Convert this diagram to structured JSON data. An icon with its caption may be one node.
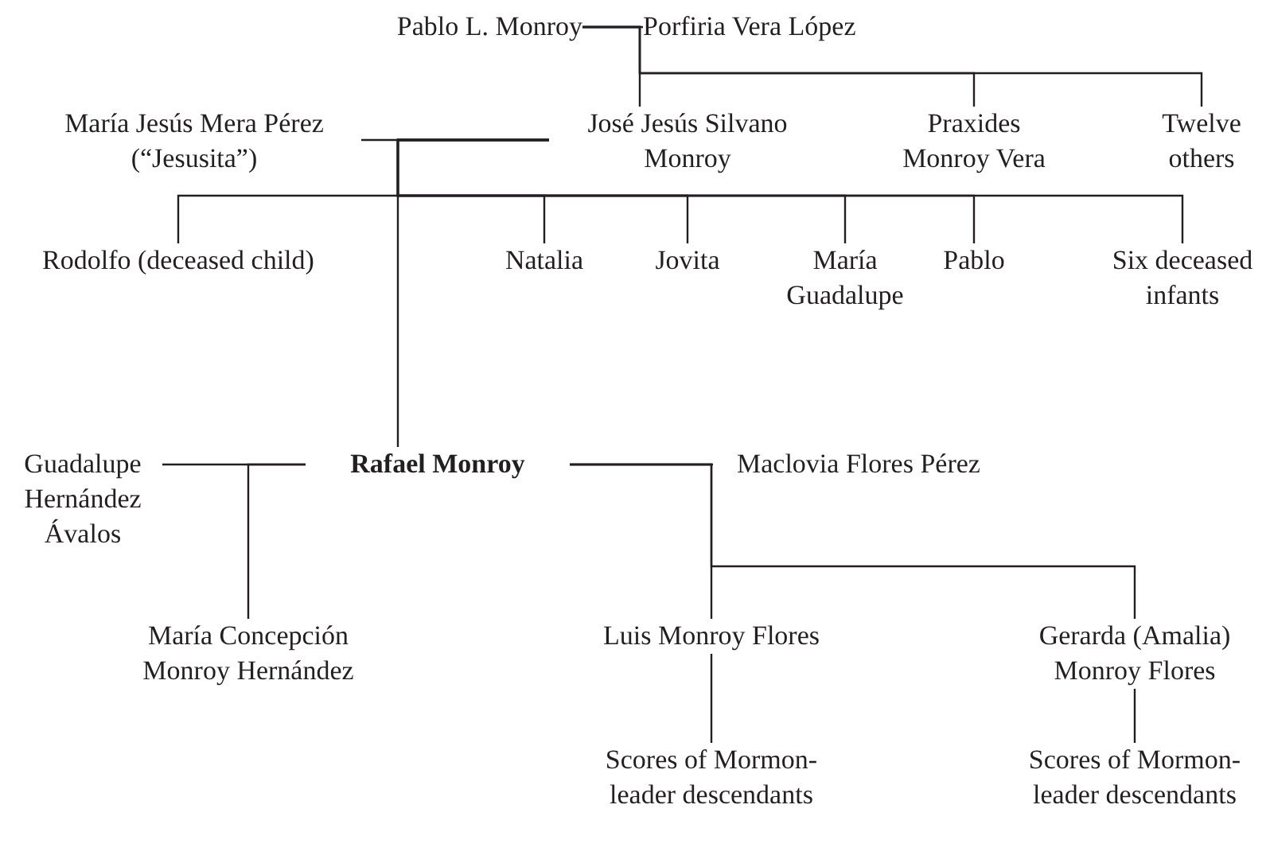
{
  "diagram": {
    "nodes": [
      {
        "text": [
          "Pablo L. Monroy"
        ]
      },
      {
        "text": [
          "Porfiria Vera López"
        ]
      },
      {
        "text": [
          "María Jesús Mera Pérez (“Jesusita”)"
        ]
      },
      {
        "text": [
          "José Jesús Silvano Monroy"
        ]
      },
      {
        "text": [
          "Praxides Monroy Vera"
        ]
      },
      {
        "text": [
          "Twelve others"
        ]
      },
      {
        "text": [
          "Rodolfo (deceased child)"
        ]
      },
      {
        "text": [
          "Natalia"
        ]
      },
      {
        "text": [
          "Jovita"
        ]
      },
      {
        "text": [
          "María Guadalupe"
        ]
      },
      {
        "text": [
          "Pablo"
        ]
      },
      {
        "text": [
          "Six deceased infants"
        ]
      },
      {
        "text": [
          "Guadalupe Hernández Ávalos"
        ]
      },
      {
        "text": [
          "Rafael Monroy"
        ]
      },
      {
        "text": [
          "Maclovia Flores Pérez"
        ]
      },
      {
        "text": [
          "María Concepción Monroy Hernández"
        ]
      },
      {
        "text": [
          "Luis Monroy Flores"
        ]
      },
      {
        "text": [
          "Gerarda (Amalia) Monroy Flores"
        ]
      },
      {
        "text": [
          "Scores of Mormon-leader descendants"
        ]
      },
      {
        "text": [
          "Scores of Mormon-leader descendants"
        ]
      }
    ],
    "edges": [
      {
        "from": 0,
        "to": 1,
        "arrow": "none"
      },
      {
        "from": 0,
        "to": 3,
        "arrow": "none"
      },
      {
        "from": 0,
        "to": 4,
        "arrow": "none"
      },
      {
        "from": 0,
        "to": 5,
        "arrow": "none"
      },
      {
        "from": 2,
        "to": 3,
        "arrow": "none"
      },
      {
        "from": 3,
        "to": 6,
        "arrow": "none"
      },
      {
        "from": 3,
        "to": 7,
        "arrow": "none"
      },
      {
        "from": 3,
        "to": 8,
        "arrow": "none"
      },
      {
        "from": 3,
        "to": 9,
        "arrow": "none"
      },
      {
        "from": 3,
        "to": 10,
        "arrow": "none"
      },
      {
        "from": 3,
        "to": 11,
        "arrow": "none"
      },
      {
        "from": 3,
        "to": 13,
        "arrow": "none"
      },
      {
        "from": 12,
        "to": 13,
        "arrow": "none"
      },
      {
        "from": 13,
        "to": 14,
        "arrow": "none"
      },
      {
        "from": 13,
        "to": 15,
        "arrow": "none"
      },
      {
        "from": 13,
        "to": 16,
        "arrow": "none"
      },
      {
        "from": 13,
        "to": 17,
        "arrow": "none"
      },
      {
        "from": 16,
        "to": 18,
        "arrow": "none"
      },
      {
        "from": 17,
        "to": 19,
        "arrow": "none"
      }
    ]
  }
}
